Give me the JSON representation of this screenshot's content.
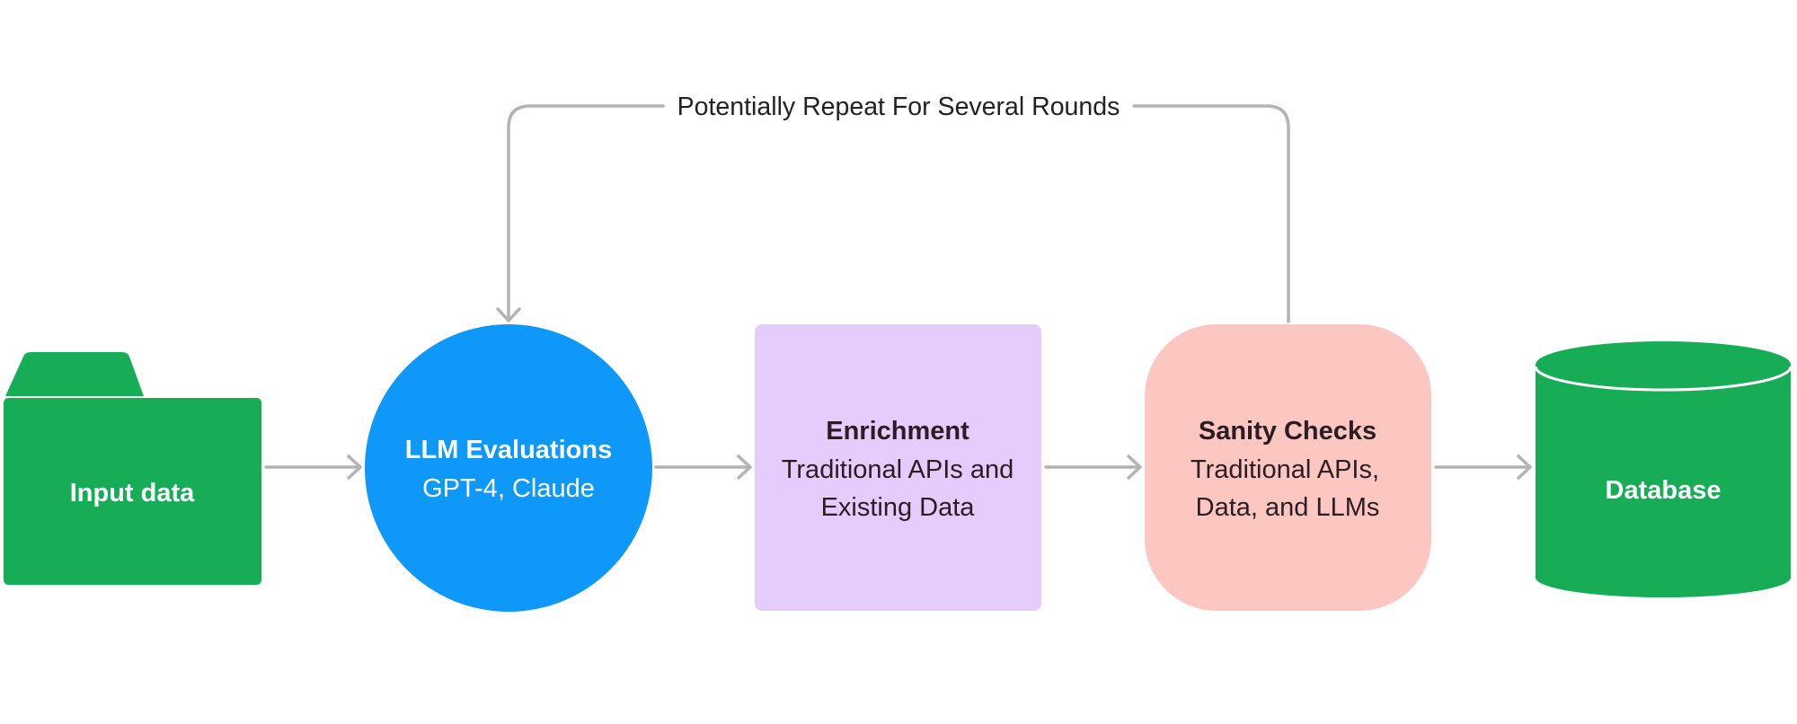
{
  "colors": {
    "connector": "#b3b3b3",
    "green": "#17ad56",
    "blue": "#0d98fa",
    "lavender": "#e4ccfd",
    "pink": "#fdc7c1",
    "dark_text": "#2b1d22",
    "white_text": "#ffffff"
  },
  "loop_label": "Potentially Repeat For Several Rounds",
  "nodes": {
    "input": {
      "shape": "folder",
      "title": "Input data"
    },
    "llm": {
      "shape": "circle",
      "title": "LLM Evaluations",
      "line1": "GPT-4, Claude"
    },
    "enrichment": {
      "shape": "square",
      "title": "Enrichment",
      "line1": "Traditional APIs and",
      "line2": "Existing Data"
    },
    "sanity": {
      "shape": "rounded-square",
      "title": "Sanity Checks",
      "line1": "Traditional APIs,",
      "line2": "Data, and LLMs"
    },
    "database": {
      "shape": "cylinder",
      "title": "Database"
    }
  }
}
